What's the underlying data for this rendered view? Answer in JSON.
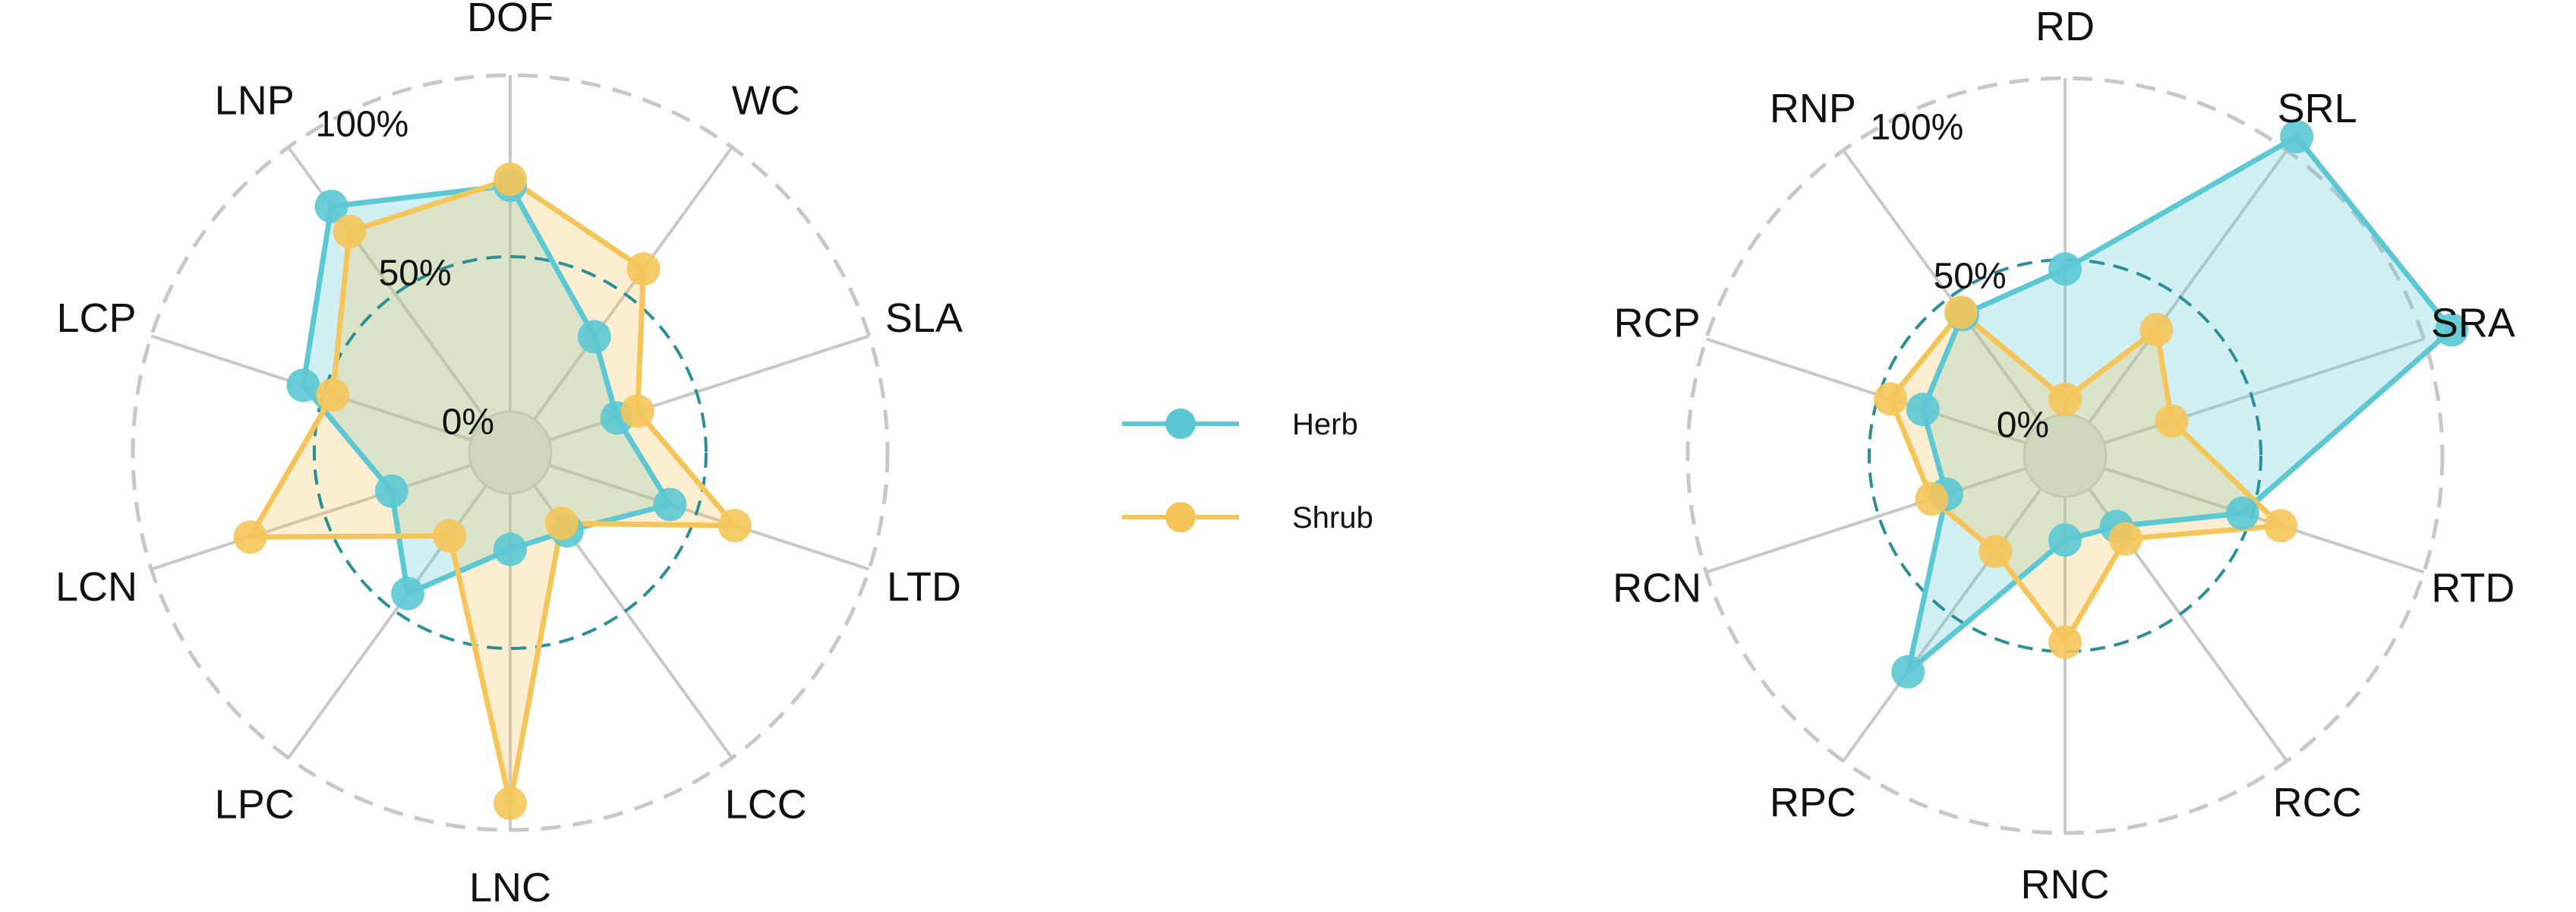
{
  "chart_data": [
    {
      "type": "radar",
      "axes": [
        "DOF",
        "WC",
        "SLA",
        "LTD",
        "LCC",
        "LNC",
        "LPC",
        "LCN",
        "LCP",
        "LNP"
      ],
      "series": [
        {
          "name": "Herb",
          "color": "#5bc8d3",
          "values": [
            73,
            33,
            23,
            41,
            18,
            18,
            43,
            27,
            57,
            85
          ]
        },
        {
          "name": "Shrub",
          "color": "#f5c55a",
          "values": [
            75,
            60,
            30,
            63,
            15,
            100,
            20,
            75,
            47,
            75
          ]
        }
      ],
      "ring_labels": [
        "0%",
        "50%",
        "100%"
      ],
      "ylim": [
        0,
        100
      ],
      "reference_ring": 50,
      "reference_ring_color": "#2a8f96"
    },
    {
      "type": "radar",
      "axes": [
        "RD",
        "SRL",
        "SRA",
        "RTD",
        "RCC",
        "RNC",
        "RPC",
        "RCN",
        "RCP",
        "RNP"
      ],
      "series": [
        {
          "name": "Herb",
          "color": "#5bc8d3",
          "values": [
            47,
            114,
            118,
            47,
            15,
            14,
            73,
            27,
            35,
            43
          ]
        },
        {
          "name": "Shrub",
          "color": "#f5c55a",
          "values": [
            5,
            37,
            23,
            60,
            20,
            47,
            25,
            32,
            46,
            44
          ]
        }
      ],
      "ring_labels": [
        "0%",
        "50%",
        "100%"
      ],
      "ylim": [
        0,
        100
      ],
      "reference_ring": 50,
      "reference_ring_color": "#2a8f96"
    }
  ],
  "legend": {
    "items": [
      {
        "label": "Herb",
        "color": "#5bc8d3"
      },
      {
        "label": "Shrub",
        "color": "#f5c55a"
      }
    ]
  }
}
